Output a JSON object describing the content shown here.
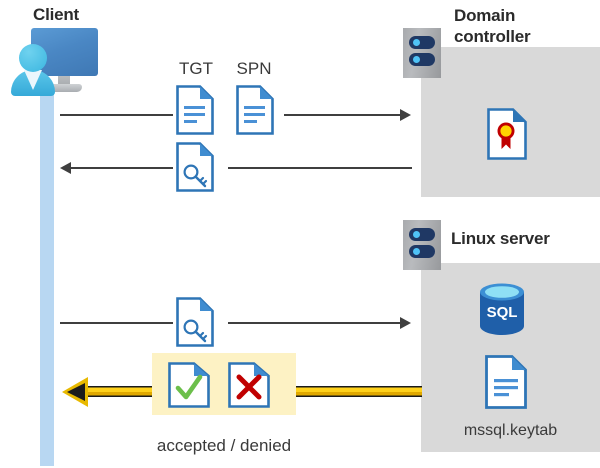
{
  "diagram": {
    "type": "kerberos-authentication-sequence",
    "actors": [
      {
        "id": "client",
        "label": "Client",
        "icon": "desktop-user-icon"
      },
      {
        "id": "domain-controller",
        "label": "Domain controller",
        "icon": "server-rack-icon"
      },
      {
        "id": "linux-server",
        "label": "Linux server",
        "icon": "server-rack-icon"
      }
    ],
    "client": {
      "label": "Client",
      "icon": "desktop-user-icon"
    },
    "domain_controller": {
      "label": "Domain controller",
      "title_line_1": "Domain",
      "title_line_2": "controller",
      "icon": "server-rack-icon",
      "contents": [
        {
          "icon": "certificate-document-icon",
          "label": ""
        }
      ]
    },
    "linux_server": {
      "label": "Linux server",
      "icon": "server-rack-icon",
      "contents": [
        {
          "icon": "sql-database-icon",
          "label": "SQL"
        },
        {
          "icon": "keytab-document-icon",
          "label": "mssql.keytab"
        }
      ],
      "keytab_label": "mssql.keytab",
      "sql_label": "SQL"
    },
    "messages": [
      {
        "id": "msg-1",
        "direction": "right",
        "from": "client",
        "to": "domain-controller",
        "payload_labels": [
          "TGT",
          "SPN"
        ],
        "payload_icons": [
          "document-icon",
          "document-icon"
        ],
        "style": "thin-black"
      },
      {
        "id": "msg-2",
        "direction": "left",
        "from": "domain-controller",
        "to": "client",
        "payload_labels": [],
        "payload_icons": [
          "key-document-icon"
        ],
        "style": "thin-black"
      },
      {
        "id": "msg-3",
        "direction": "right",
        "from": "client",
        "to": "linux-server",
        "payload_labels": [],
        "payload_icons": [
          "key-document-icon"
        ],
        "style": "thin-black"
      },
      {
        "id": "msg-4",
        "direction": "left",
        "from": "linux-server",
        "to": "client",
        "payload_labels": [
          "accepted / denied"
        ],
        "payload_icons": [
          "accepted-document-icon",
          "denied-document-icon"
        ],
        "style": "thick-gold",
        "highlighted": true
      }
    ],
    "labels": {
      "tgt": "TGT",
      "spn": "SPN",
      "result": "accepted / denied"
    },
    "colors": {
      "panel_gray": "#d9d9d9",
      "lifeline_blue": "#b8d7f2",
      "highlight_yellow": "#fdf2c4",
      "gold_arrow": "#ffd11a",
      "doc_blue": "#2e75b6",
      "accent_green": "#6cbf4b",
      "accent_red": "#c00000",
      "sql_blue": "#1f5fa9",
      "cert_gold": "#ffd400",
      "text_dark": "#2b2b2b"
    }
  }
}
